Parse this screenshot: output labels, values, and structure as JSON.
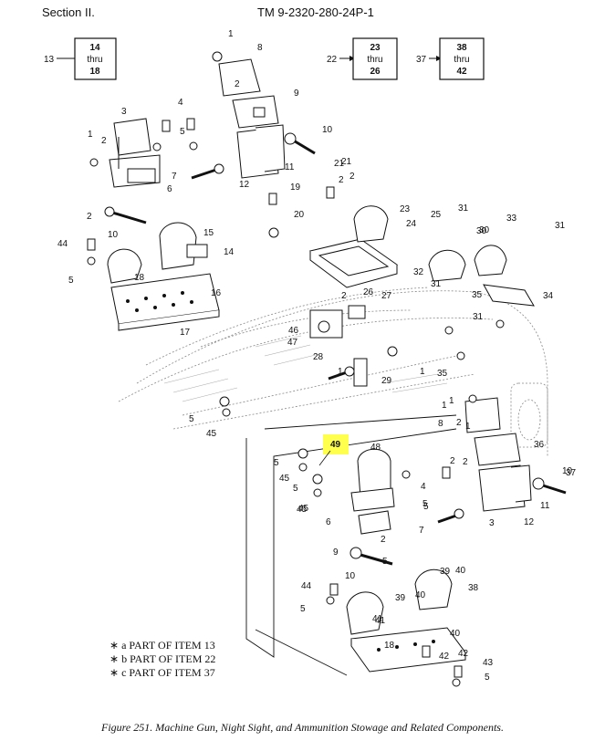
{
  "header": {
    "section": "Section II.",
    "tm_number": "TM 9-2320-280-24P-1"
  },
  "ref_boxes": [
    {
      "pointer": "13",
      "lines": [
        "14",
        "thru",
        "18"
      ]
    },
    {
      "pointer": "22",
      "lines": [
        "23",
        "thru",
        "26"
      ]
    },
    {
      "pointer": "37",
      "lines": [
        "38",
        "thru",
        "42"
      ]
    }
  ],
  "highlight_callout": {
    "label": "49",
    "color": "#ffff4d"
  },
  "callouts": [
    "1",
    "2",
    "3",
    "4",
    "5",
    "6",
    "7",
    "8",
    "9",
    "10",
    "11",
    "12",
    "13",
    "14",
    "15",
    "16",
    "17",
    "18",
    "19",
    "20",
    "21",
    "22",
    "23",
    "24",
    "25",
    "26",
    "27",
    "28",
    "29",
    "30",
    "31",
    "32",
    "33",
    "34",
    "35",
    "36",
    "37",
    "38",
    "39",
    "40",
    "41",
    "42",
    "43",
    "44",
    "45",
    "46",
    "47",
    "48"
  ],
  "legend": [
    {
      "marker": "a",
      "text": "PART OF ITEM 13"
    },
    {
      "marker": "b",
      "text": "PART OF ITEM 22"
    },
    {
      "marker": "c",
      "text": "PART OF ITEM 37"
    }
  ],
  "caption": "Figure 251.  Machine Gun, Night Sight, and Ammunition Stowage and Related Components."
}
